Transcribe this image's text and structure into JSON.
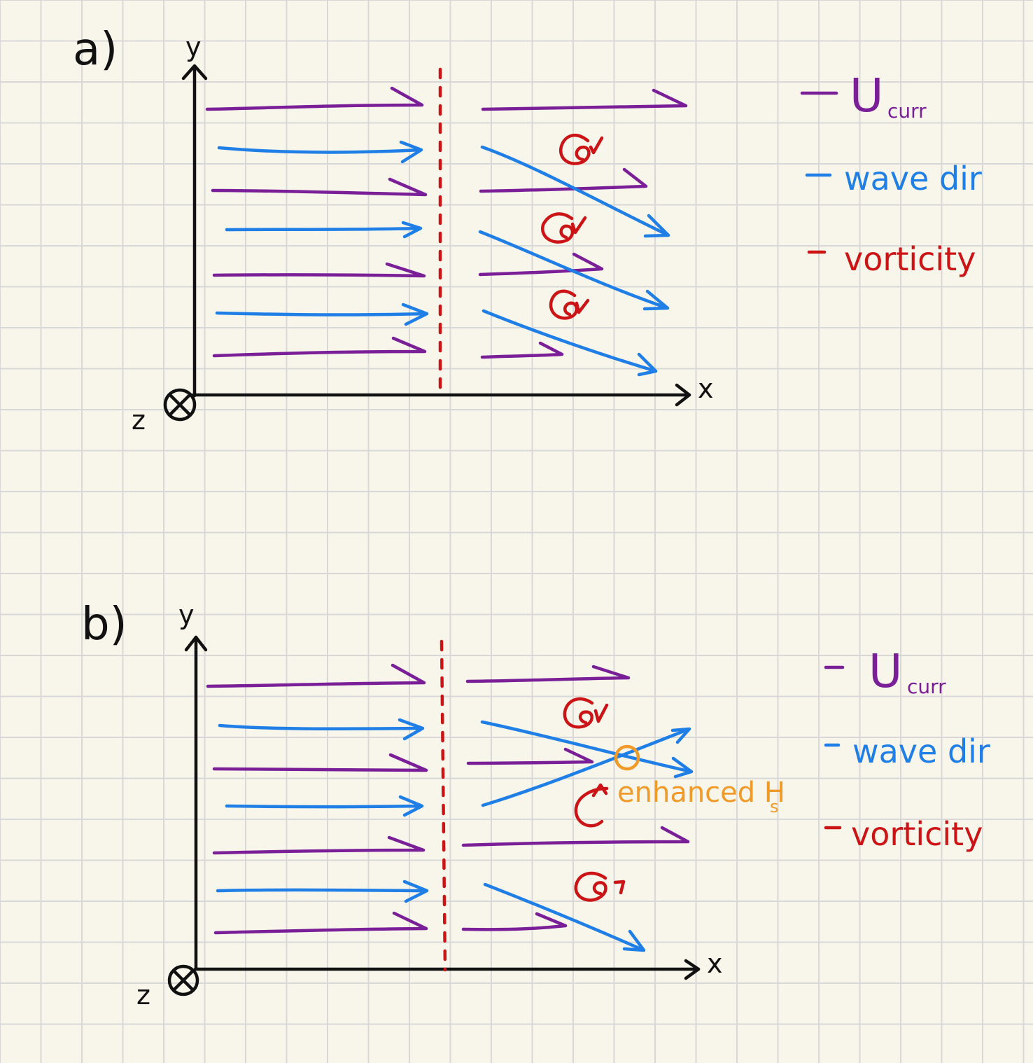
{
  "panels": [
    {
      "label": "a)",
      "axes": {
        "x": "x",
        "y": "y",
        "z": "z"
      },
      "legend": [
        {
          "text": "U",
          "subscript": "curr",
          "color": "#7a1f98"
        },
        {
          "text": "wave dir",
          "color": "#1f7fe6"
        },
        {
          "text": "vorticity",
          "color": "#cc1416"
        }
      ]
    },
    {
      "label": "b)",
      "axes": {
        "x": "x",
        "y": "y",
        "z": "z"
      },
      "annotation": {
        "text": "enhanced H",
        "subscript": "s",
        "color": "#f09a2a"
      },
      "legend": [
        {
          "text": "U",
          "subscript": "curr",
          "color": "#7a1f98"
        },
        {
          "text": "wave dir",
          "color": "#1f7fe6"
        },
        {
          "text": "vorticity",
          "color": "#cc1416"
        }
      ]
    }
  ],
  "colors": {
    "current": "#7a1f98",
    "wave": "#1f7fe6",
    "vorticity": "#cc1416",
    "annotation": "#f09a2a",
    "axis": "#111111",
    "background": "#f8f6ea",
    "grid": "#d8d8d8"
  },
  "icons": {
    "into_page": "circled-x-icon",
    "vorticity_marker": "curly-arrow-icon"
  }
}
